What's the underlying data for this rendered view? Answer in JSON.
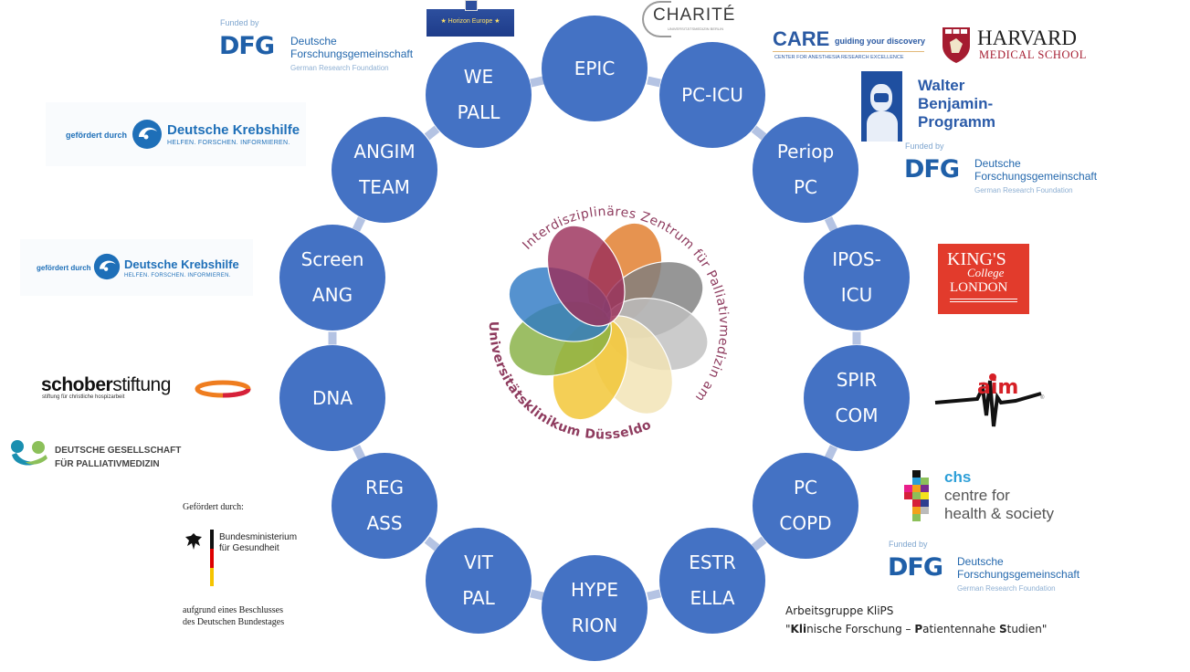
{
  "diagram": {
    "title": "Interdisziplinäres Zentrum für Palliativmedizin am Universitätsklinikum Düsseldorf",
    "center_logo": {
      "ring_text_top": "Interdisziplinäres Zentrum für Palliativmedizin am",
      "ring_text_bottom": "Universitätsklinikum Düsseldorf",
      "petal_colors": [
        "#e07b2a",
        "#7f7f7f",
        "#bfbfbf",
        "#f2e3b3",
        "#f2c531",
        "#86b043",
        "#2f7ac4",
        "#9b2f5a"
      ]
    },
    "node_color": "#4472c4",
    "connector_color": "#b4c3e3",
    "projects": [
      {
        "id": "epic",
        "lines": [
          "EPIC"
        ]
      },
      {
        "id": "pc-icu",
        "lines": [
          "PC-ICU"
        ]
      },
      {
        "id": "periop-pc",
        "lines": [
          "Periop",
          "PC"
        ]
      },
      {
        "id": "ipos-icu",
        "lines": [
          "IPOS-",
          "ICU"
        ]
      },
      {
        "id": "spir-com",
        "lines": [
          "SPIR",
          "COM"
        ]
      },
      {
        "id": "pc-copd",
        "lines": [
          "PC",
          "COPD"
        ]
      },
      {
        "id": "estrella",
        "lines": [
          "ESTR",
          "ELLA"
        ]
      },
      {
        "id": "hyperion",
        "lines": [
          "HYPE",
          "RION"
        ]
      },
      {
        "id": "vit-pal",
        "lines": [
          "VIT",
          "PAL"
        ]
      },
      {
        "id": "reg-ass",
        "lines": [
          "REG",
          "ASS"
        ]
      },
      {
        "id": "dna",
        "lines": [
          "DNA"
        ]
      },
      {
        "id": "screen-ang",
        "lines": [
          "Screen",
          "ANG"
        ]
      },
      {
        "id": "angim-team",
        "lines": [
          "ANGIM",
          "TEAM"
        ]
      },
      {
        "id": "we-pall",
        "lines": [
          "WE",
          "PALL"
        ]
      }
    ]
  },
  "logos": {
    "dfg_top_left": {
      "funded": "Funded by",
      "mark": "DFG",
      "name1": "Deutsche",
      "name2": "Forschungsgemeinschaft",
      "sub": "German Research Foundation"
    },
    "horizon_europe": {
      "label": "Horizon Europe"
    },
    "charite": {
      "name": "CHARITÉ",
      "sub": "UNIVERSITÄTSMEDIZIN BERLIN"
    },
    "care": {
      "mark": "CARE",
      "tagline": "guiding your discovery",
      "sub": "CENTER FOR ANESTHESIA RESEARCH EXCELLENCE"
    },
    "harvard": {
      "name": "HARVARD",
      "sub": "MEDICAL SCHOOL"
    },
    "walter_benjamin": {
      "line1": "Walter",
      "line2": "Benjamin-",
      "line3": "Programm"
    },
    "dfg_right_top": {
      "funded": "Funded by",
      "mark": "DFG",
      "name1": "Deutsche",
      "name2": "Forschungsgemeinschaft",
      "sub": "German Research Foundation"
    },
    "krebshilfe_1": {
      "prefix": "gefördert durch",
      "name": "Deutsche Krebshilfe",
      "tagline": "HELFEN. FORSCHEN. INFORMIEREN."
    },
    "krebshilfe_2": {
      "prefix": "gefördert durch",
      "name": "Deutsche Krebshilfe",
      "tagline": "HELFEN. FORSCHEN. INFORMIEREN."
    },
    "kings_college": {
      "line1": "KING'S",
      "line2": "College",
      "line3": "LONDON"
    },
    "schober": {
      "bold": "schober",
      "light": "stiftung",
      "sub": "stiftung für christliche hospizarbeit"
    },
    "aim": {
      "mark": "aim"
    },
    "dgp": {
      "line1": "DEUTSCHE GESELLSCHAFT",
      "line2": "FÜR PALLIATIVMEDIZIN"
    },
    "chs": {
      "mark": "chs",
      "line1": "centre for",
      "line2": "health & society"
    },
    "bmg": {
      "prefix": "Gefördert durch:",
      "name1": "Bundesministerium",
      "name2": "für Gesundheit",
      "footer1": "aufgrund eines Beschlusses",
      "footer2": "des Deutschen Bundestages"
    },
    "dfg_bottom_right": {
      "funded": "Funded by",
      "mark": "DFG",
      "name1": "Deutsche",
      "name2": "Forschungsgemeinschaft",
      "sub": "German Research Foundation"
    },
    "klips": {
      "line1": "Arbeitsgruppe KliPS",
      "q_open": "\"",
      "b1": "Kli",
      "r1": "nische Forschung – ",
      "b2": "P",
      "r2": "atientennahe ",
      "b3": "S",
      "r3": "tudien",
      "q_close": "\""
    }
  }
}
